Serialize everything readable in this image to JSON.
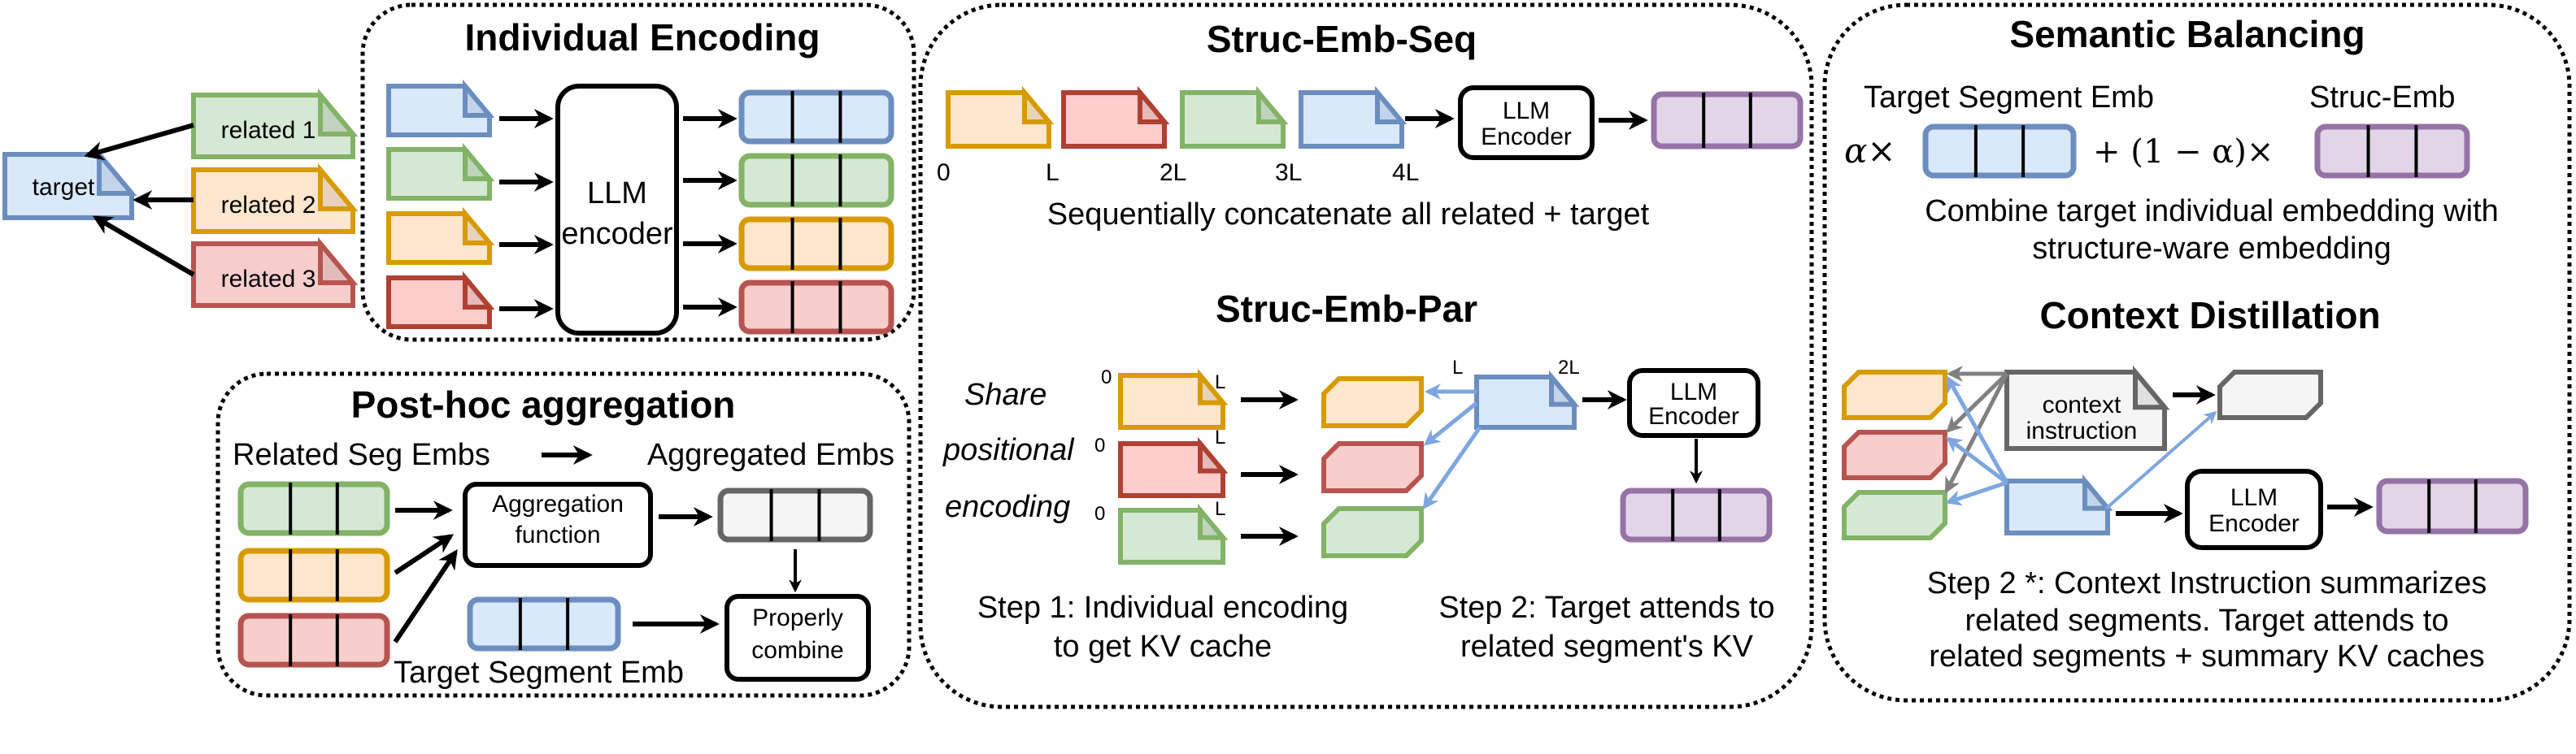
{
  "colors": {
    "blue": {
      "fill": "#dae8fc",
      "stroke": "#6c8ebf",
      "fold": "#c3d3ea"
    },
    "green": {
      "fill": "#d5e8d4",
      "stroke": "#82b366",
      "fold": "#bfd3be"
    },
    "orange": {
      "fill": "#ffe6cc",
      "stroke": "#d79b00",
      "fold": "#e8d2bd"
    },
    "red": {
      "fill": "#f8cecc",
      "stroke": "#b85450",
      "fold": "#e2bcbb"
    },
    "red_doc": {
      "fill": "#ffcccc",
      "stroke": "#ae4132",
      "fold": "#e6baba"
    },
    "purple": {
      "fill": "#e1d5e7",
      "stroke": "#9673a6"
    },
    "gray": {
      "fill": "#f5f5f5",
      "stroke": "#666666",
      "fold": "#e0e0e0"
    },
    "arrow_blue": "#7ea6e0",
    "arrow_gray": "#808080"
  },
  "graph": {
    "target_label": "target",
    "related": [
      "related 1",
      "related 2",
      "related 3"
    ]
  },
  "individual_encoding": {
    "title": "Individual Encoding",
    "encoder_line1": "LLM",
    "encoder_line2": "encoder"
  },
  "post_hoc": {
    "title": "Post-hoc aggregation",
    "related_label": "Related Seg Embs",
    "aggregated_label": "Aggregated Embs",
    "aggregation_line1": "Aggregation",
    "aggregation_line2": "function",
    "combine_line1": "Properly",
    "combine_line2": "combine",
    "target_label": "Target Segment Emb"
  },
  "struc_emb_seq": {
    "title": "Struc-Emb-Seq",
    "positions": [
      "0",
      "L",
      "2L",
      "3L",
      "4L"
    ],
    "encoder_line1": "LLM",
    "encoder_line2": "Encoder",
    "caption": "Sequentially concatenate all related + target"
  },
  "struc_emb_par": {
    "title": "Struc-Emb-Par",
    "side_label": [
      "Share",
      "positional",
      "encoding"
    ],
    "pos_start": "0",
    "pos_end": "L",
    "target_pos_start": "L",
    "target_pos_end": "2L",
    "encoder_line1": "LLM",
    "encoder_line2": "Encoder",
    "step1_line1": "Step 1: Individual encoding",
    "step1_line2": "to get KV cache",
    "step2_line1": "Step 2: Target attends to",
    "step2_line2": "related segment's KV"
  },
  "semantic_balancing": {
    "title": "Semantic Balancing",
    "target_label": "Target Segment Emb",
    "struc_label": "Struc-Emb",
    "alpha_term": "α×",
    "one_minus_alpha_term": "+ (1 − α)×",
    "caption_line1": "Combine target individual embedding with",
    "caption_line2": "structure-ware embedding"
  },
  "context_distillation": {
    "title": "Context Distillation",
    "instruction_line1": "context",
    "instruction_line2": "instruction",
    "encoder_line1": "LLM",
    "encoder_line2": "Encoder",
    "caption_line1": "Step 2 *: Context Instruction summarizes",
    "caption_line2": "related segments. Target attends to",
    "caption_line3": "related segments + summary KV caches"
  }
}
